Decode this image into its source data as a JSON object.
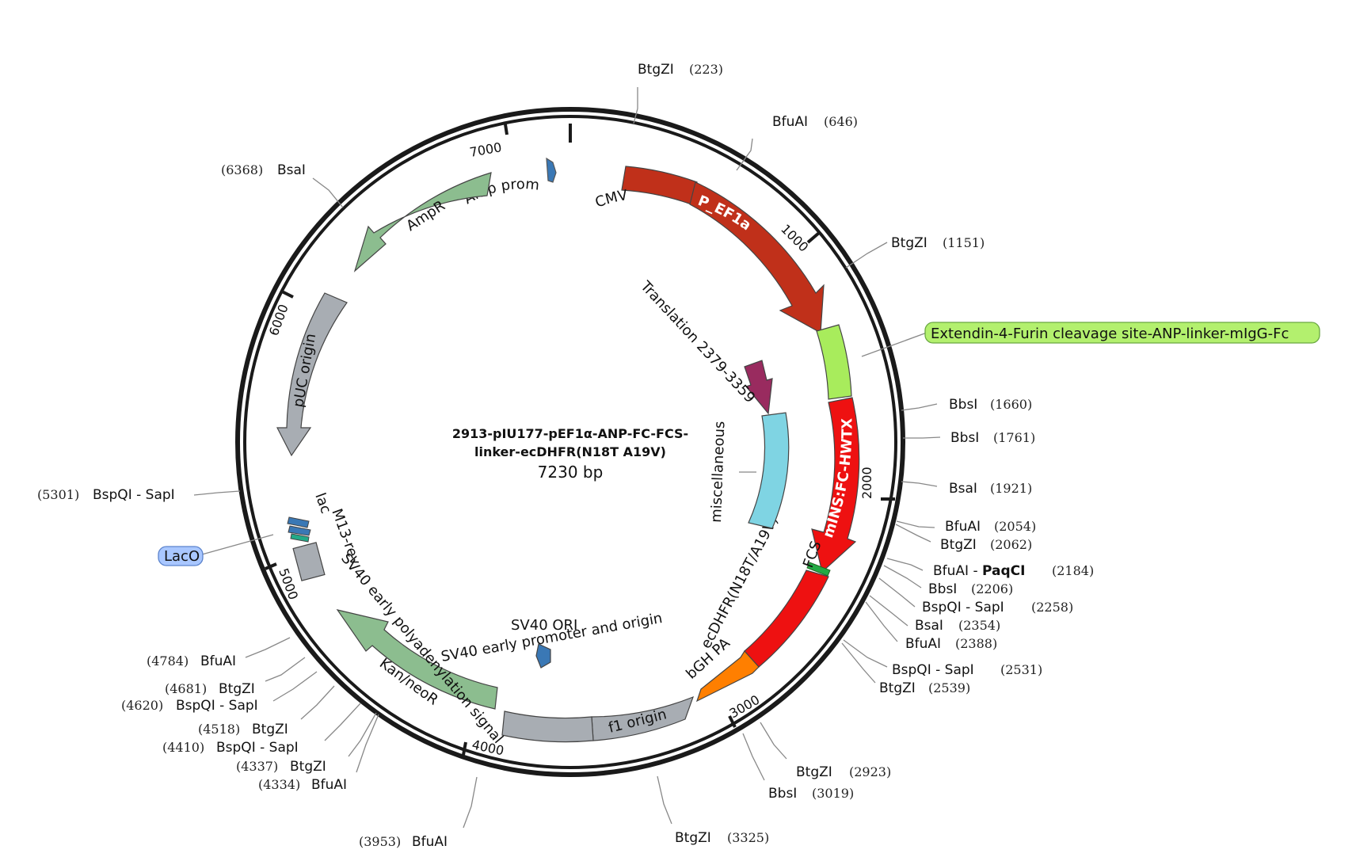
{
  "plasmid": {
    "title_line1": "2913-pIU177-pEF1α-ANP-FC-FCS-",
    "title_line2": "linker-ecDHFR(N18T A19V)",
    "length": "7230 bp"
  },
  "ticks": [
    {
      "label": "1000"
    },
    {
      "label": "2000"
    },
    {
      "label": "3000"
    },
    {
      "label": "4000"
    },
    {
      "label": "5000"
    },
    {
      "label": "6000"
    },
    {
      "label": "7000"
    }
  ],
  "colors": {
    "CMV": "#c0301a",
    "P_EF1a": "#c0301a",
    "ExtendinFc": "#a8ec5c",
    "mINS": "#ee1111",
    "ecDHFR": "#ee1111",
    "bGH": "#ff7f00",
    "f1": "#a8adb3",
    "KanNeo": "#8cbd8f",
    "AmpR": "#8cbd8f",
    "pUC": "#a8adb3",
    "misc": "#7fd4e3",
    "translation": "#992b5f",
    "promoter": "#3a78b5"
  },
  "features": {
    "amp_prom": "Amp prom",
    "cmv": "CMV",
    "p_ef1a": "P_EF1a",
    "extendin_callout": "Extendin-4-Furin cleavage site-ANP-linker-mIgG-Fc",
    "mins": "mINS:FC-HWTX",
    "fcs": "FCS",
    "ecdhfr": "ecDHFR(N18T/A19V)",
    "bgh": "bGH PA",
    "f1": "f1 origin",
    "sv40_ori": "SV40 ORI",
    "sv40_prom": "SV40 early promoter and origin",
    "sv40_pa": "SV40 early polyadenylation signal",
    "kan": "Kan/neoR",
    "lac": "lac",
    "m13": "M13-rev",
    "laco": "LacO",
    "puc": "pUC origin",
    "ampr": "AmpR",
    "translation": "Translation 2379-3359",
    "misc": "miscellaneous"
  },
  "sites": [
    {
      "name": "BtgZI",
      "pos": "(223)"
    },
    {
      "name": "BfuAI",
      "pos": "(646)"
    },
    {
      "name": "BtgZI",
      "pos": "(1151)"
    },
    {
      "name": "BbsI",
      "pos": "(1660)"
    },
    {
      "name": "BbsI",
      "pos": "(1761)"
    },
    {
      "name": "BsaI",
      "pos": "(1921)"
    },
    {
      "name": "BfuAI",
      "pos": "(2054)"
    },
    {
      "name": "BtgZI",
      "pos": "(2062)"
    },
    {
      "name": "BfuAI - ",
      "bold": "PaqCI",
      "pos": "(2184)"
    },
    {
      "name": "BbsI",
      "pos": "(2206)"
    },
    {
      "name": "BspQI - SapI",
      "pos": "(2258)"
    },
    {
      "name": "BsaI",
      "pos": "(2354)"
    },
    {
      "name": "BfuAI",
      "pos": "(2388)"
    },
    {
      "name": "BspQI - SapI",
      "pos": "(2531)"
    },
    {
      "name": "BtgZI",
      "pos": "(2539)"
    },
    {
      "name": "BtgZI",
      "pos": "(2923)"
    },
    {
      "name": "BbsI",
      "pos": "(3019)"
    },
    {
      "name": "BtgZI",
      "pos": "(3325)"
    },
    {
      "name": "BfuAI",
      "pos": "(3953)"
    },
    {
      "name": "BfuAI",
      "pos": "(4334)"
    },
    {
      "name": "BtgZI",
      "pos": "(4337)"
    },
    {
      "name": "BspQI - SapI",
      "pos": "(4410)"
    },
    {
      "name": "BtgZI",
      "pos": "(4518)"
    },
    {
      "name": "BspQI - SapI",
      "pos": "(4620)"
    },
    {
      "name": "BtgZI",
      "pos": "(4681)"
    },
    {
      "name": "BfuAI",
      "pos": "(4784)"
    },
    {
      "name": "BspQI - SapI",
      "pos": "(5301)"
    },
    {
      "name": "BsaI",
      "pos": "(6368)"
    }
  ]
}
